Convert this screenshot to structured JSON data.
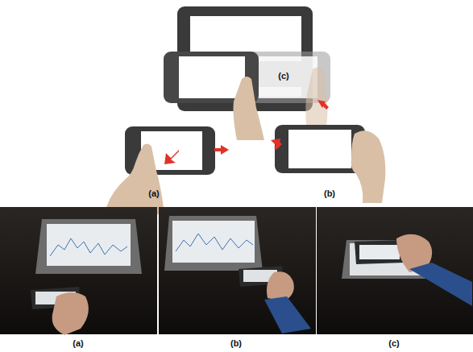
{
  "diagram": {
    "labels": [
      "(c)",
      "(a)",
      "(b)",
      "(a)",
      "(b)",
      "(c)"
    ]
  }
}
